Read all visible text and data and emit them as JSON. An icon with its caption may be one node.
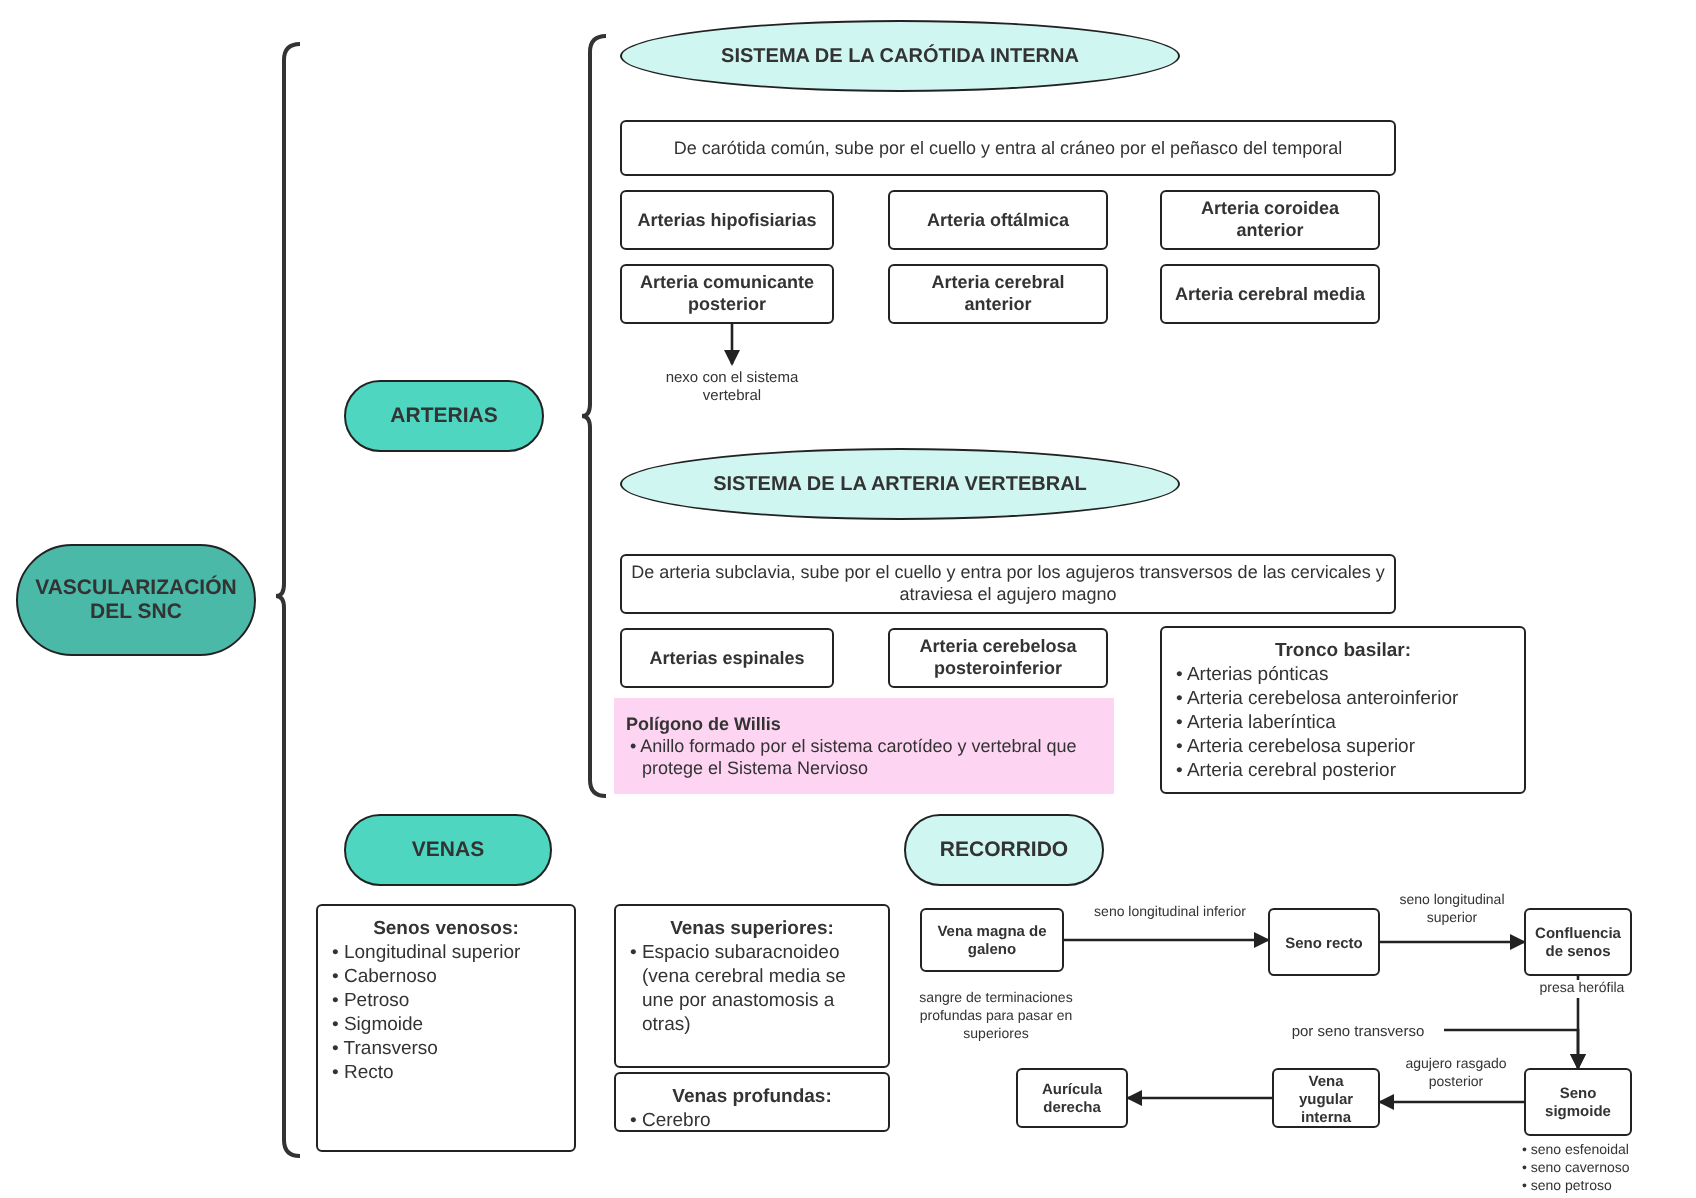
{
  "diagram": {
    "nodes": [
      {
        "text": [
          "VASCULARIZACIÓN DEL SNC"
        ]
      },
      {
        "text": [
          "ARTERIAS"
        ]
      },
      {
        "text": [
          "SISTEMA DE LA CARÓTIDA INTERNA"
        ]
      },
      {
        "text": [
          "De carótida común, sube por el cuello y entra al cráneo por el peñasco del temporal"
        ]
      },
      {
        "text": [
          "Arterias hipofisiarias"
        ]
      },
      {
        "text": [
          "Arteria oftálmica"
        ]
      },
      {
        "text": [
          "Arteria coroidea anterior"
        ]
      },
      {
        "text": [
          "Arteria comunicante posterior"
        ]
      },
      {
        "text": [
          "Arteria cerebral anterior"
        ]
      },
      {
        "text": [
          "Arteria cerebral media"
        ]
      },
      {
        "text": [
          "nexo con el sistema vertebral"
        ]
      },
      {
        "text": [
          "SISTEMA DE LA ARTERIA VERTEBRAL"
        ]
      },
      {
        "text": [
          "De arteria subclavia, sube por el cuello y entra por los agujeros transversos de las cervicales y atraviesa el agujero magno"
        ]
      },
      {
        "text": [
          "Arterias espinales"
        ]
      },
      {
        "text": [
          "Arteria cerebelosa posteroinferior"
        ]
      },
      {
        "text": [
          "Tronco basilar:",
          "• Arterias pónticas",
          "• Arteria cerebelosa anteroinferior",
          "• Arteria laberíntica",
          "• Arteria cerebelosa superior",
          "• Arteria cerebral posterior"
        ]
      },
      {
        "text": [
          "Polígono de Willis",
          "• Anillo formado por el sistema carotídeo y vertebral que protege el Sistema Nervioso"
        ]
      },
      {
        "text": [
          "VENAS"
        ]
      },
      {
        "text": [
          "Senos venosos:",
          "• Longitudinal superior",
          "• Cabernoso",
          "• Petroso",
          "• Sigmoide",
          "• Transverso",
          "• Recto"
        ]
      },
      {
        "text": [
          "Venas superiores:",
          "• Espacio subaracnoideo (vena cerebral media se une por anastomosis a otras)"
        ]
      },
      {
        "text": [
          "Venas profundas:",
          "• Cerebro"
        ]
      },
      {
        "text": [
          "RECORRIDO"
        ]
      },
      {
        "text": [
          "Vena magna de galeno"
        ],
        "beside": [
          "sangre de terminaciones profundas para pasar en superiores"
        ]
      },
      {
        "text": [
          "Seno recto"
        ]
      },
      {
        "text": [
          "Confluencia de senos"
        ]
      },
      {
        "text": [
          "por seno transverso"
        ]
      },
      {
        "text": [
          "Seno sigmoide"
        ],
        "beside": [
          "• seno esfenoidal",
          "• seno cavernoso",
          "• seno petroso"
        ]
      },
      {
        "text": [
          "Vena yugular interna"
        ]
      },
      {
        "text": [
          "Aurícula derecha"
        ]
      }
    ],
    "edges": [
      {
        "from": 7,
        "to": 10,
        "arrow": "to"
      },
      {
        "from": 22,
        "to": 23,
        "arrow": "to",
        "label": "seno longitudinal inferior"
      },
      {
        "from": 23,
        "to": 24,
        "arrow": "to",
        "label": "seno longitudinal superior"
      },
      {
        "from": 24,
        "to": 26,
        "arrow": "to",
        "label": "presa herófila"
      },
      {
        "from": 25,
        "to": 26,
        "arrow": "to"
      },
      {
        "from": 26,
        "to": 27,
        "arrow": "to",
        "label": "agujero rasgado posterior"
      },
      {
        "from": 27,
        "to": 28,
        "arrow": "to"
      }
    ]
  }
}
